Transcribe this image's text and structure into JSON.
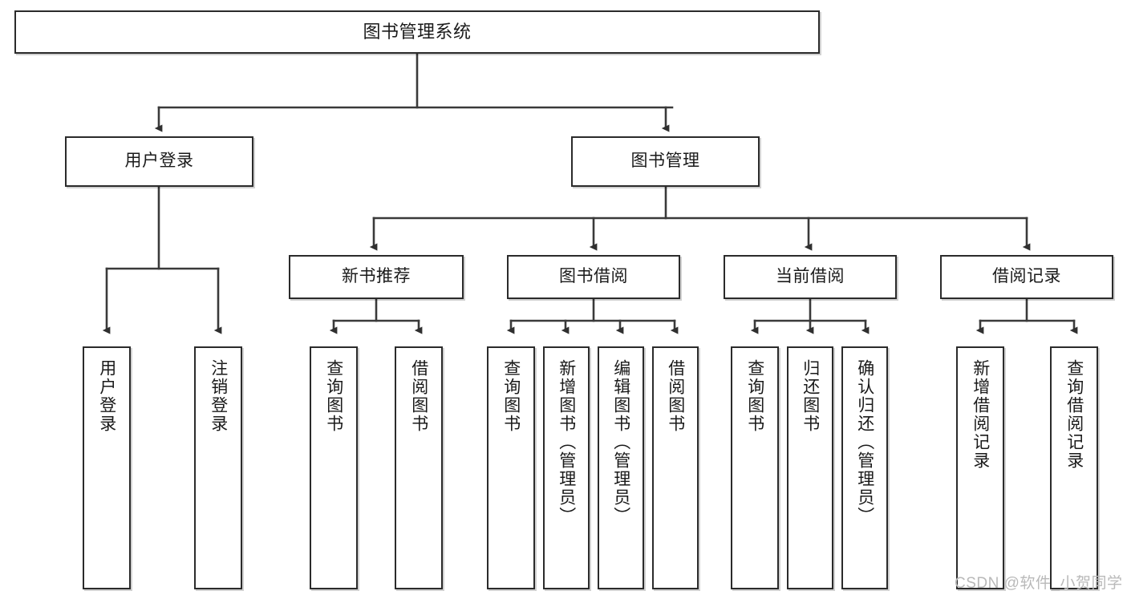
{
  "diagram": {
    "title": "图书管理系统",
    "type": "tree",
    "watermark": "CSDN @软件_小贺同学",
    "colors": {
      "background": "#ffffff",
      "box_border": "#2b2b2b",
      "box_fill": "#ffffff",
      "text": "#1a1a1a",
      "edge": "#3a3a3a",
      "watermark": "#b9b9b9"
    },
    "root": {
      "label": "图书管理系统"
    },
    "level2": [
      {
        "label": "用户登录"
      },
      {
        "label": "图书管理"
      }
    ],
    "level3": [
      {
        "label": "新书推荐"
      },
      {
        "label": "图书借阅"
      },
      {
        "label": "当前借阅"
      },
      {
        "label": "借阅记录"
      }
    ],
    "leaves": [
      {
        "label": "用户登录",
        "parent": "用户登录"
      },
      {
        "label": "注销登录",
        "parent": "用户登录"
      },
      {
        "label": "查询图书",
        "parent": "新书推荐"
      },
      {
        "label": "借阅图书",
        "parent": "新书推荐"
      },
      {
        "label": "查询图书",
        "parent": "图书借阅"
      },
      {
        "label": "新增图书（管理员）",
        "parent": "图书借阅"
      },
      {
        "label": "编辑图书（管理员）",
        "parent": "图书借阅"
      },
      {
        "label": "借阅图书",
        "parent": "图书借阅"
      },
      {
        "label": "查询图书",
        "parent": "当前借阅"
      },
      {
        "label": "归还图书",
        "parent": "当前借阅"
      },
      {
        "label": "确认归还（管理员）",
        "parent": "当前借阅"
      },
      {
        "label": "新增借阅记录",
        "parent": "借阅记录"
      },
      {
        "label": "查询借阅记录",
        "parent": "借阅记录"
      }
    ]
  }
}
